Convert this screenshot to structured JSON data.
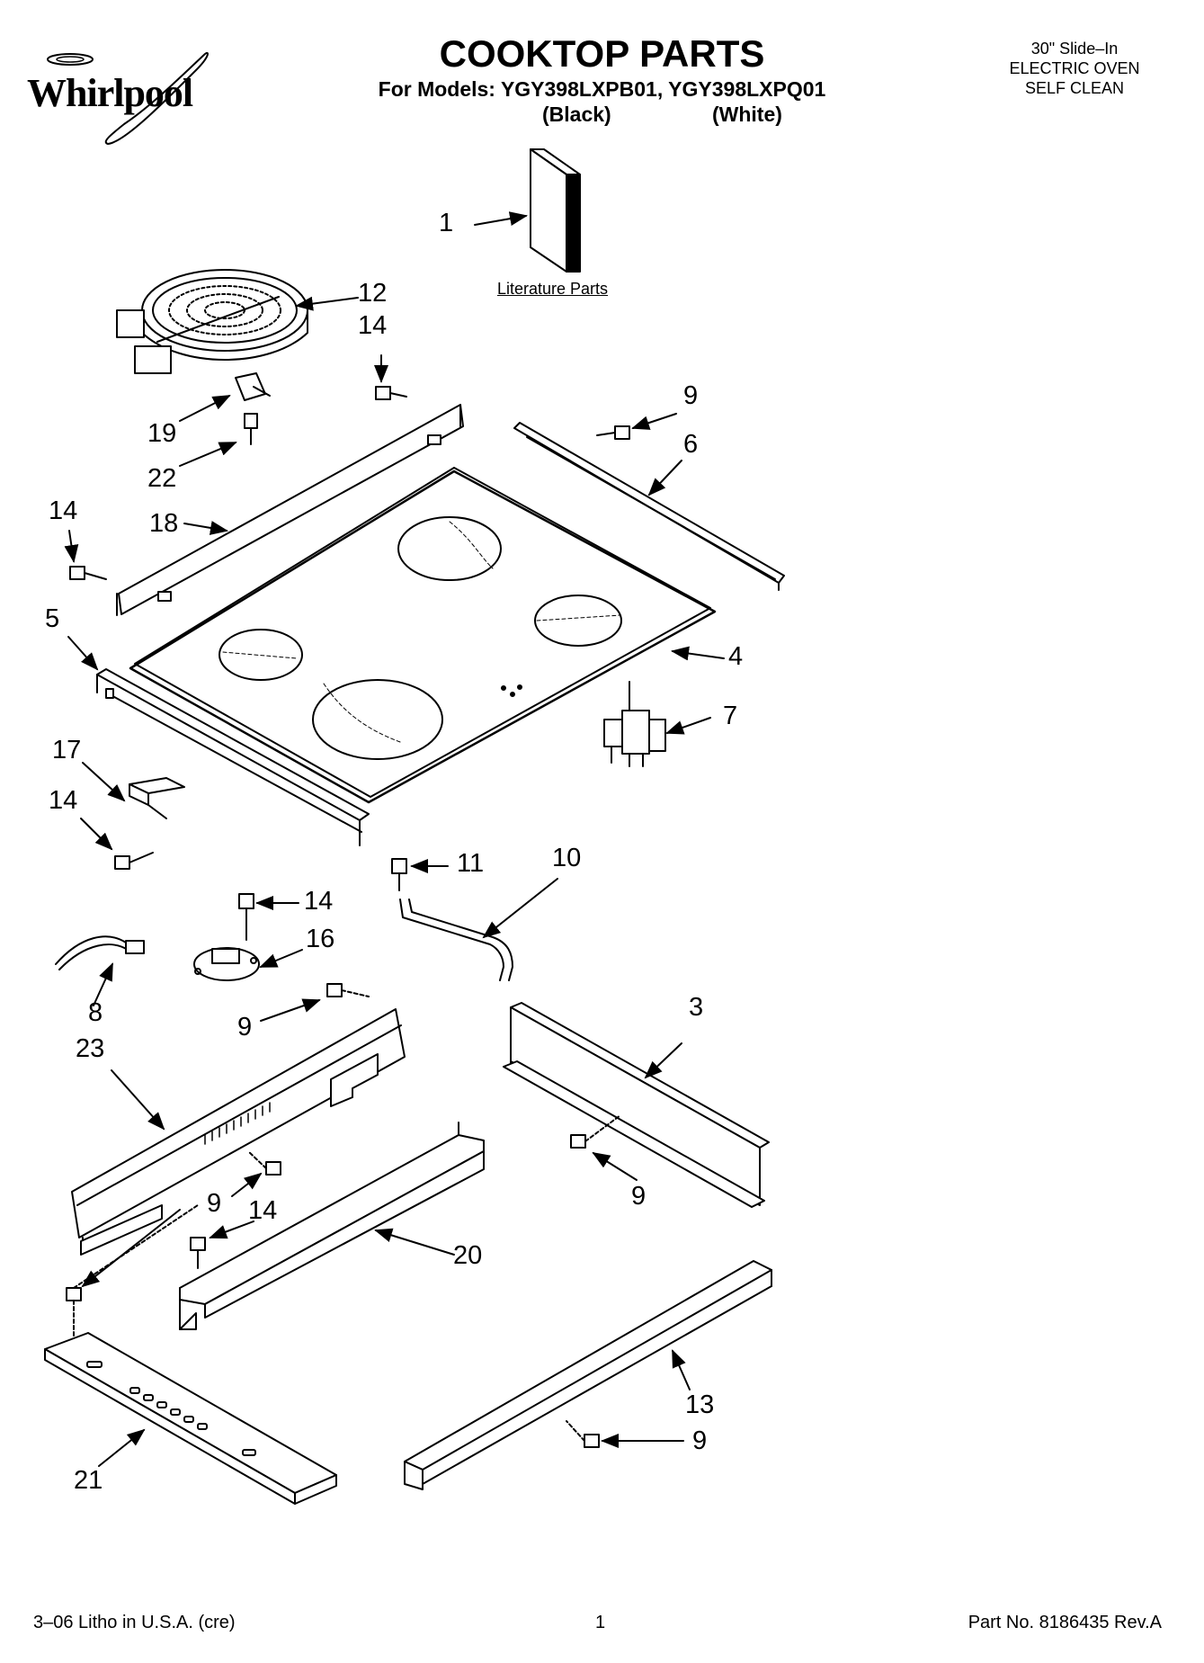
{
  "header": {
    "brand": "Whirlpool",
    "title": "COOKTOP PARTS",
    "models_line": "For Models: YGY398LXPB01, YGY398LXPQ01",
    "variant_black": "(Black)",
    "variant_white": "(White)",
    "oven_type": [
      "30\" Slide–In",
      "ELECTRIC OVEN",
      "SELF CLEAN"
    ]
  },
  "literature_label": "Literature Parts",
  "callouts": {
    "c1": "1",
    "c12": "12",
    "c14a": "14",
    "c19": "19",
    "c22": "22",
    "c9a": "9",
    "c6": "6",
    "c14b": "14",
    "c18": "18",
    "c5": "5",
    "c4": "4",
    "c7": "7",
    "c17": "17",
    "c14c": "14",
    "c11": "11",
    "c10": "10",
    "c14d": "14",
    "c16": "16",
    "c8": "8",
    "c9b": "9",
    "c23": "23",
    "c3": "3",
    "c9c": "9",
    "c9d": "9",
    "c14e": "14",
    "c20": "20",
    "c13": "13",
    "c9e": "9",
    "c21": "21"
  },
  "footer": {
    "left": "3–06 Litho in U.S.A. (cre)",
    "page": "1",
    "right": "Part No. 8186435 Rev.A"
  }
}
